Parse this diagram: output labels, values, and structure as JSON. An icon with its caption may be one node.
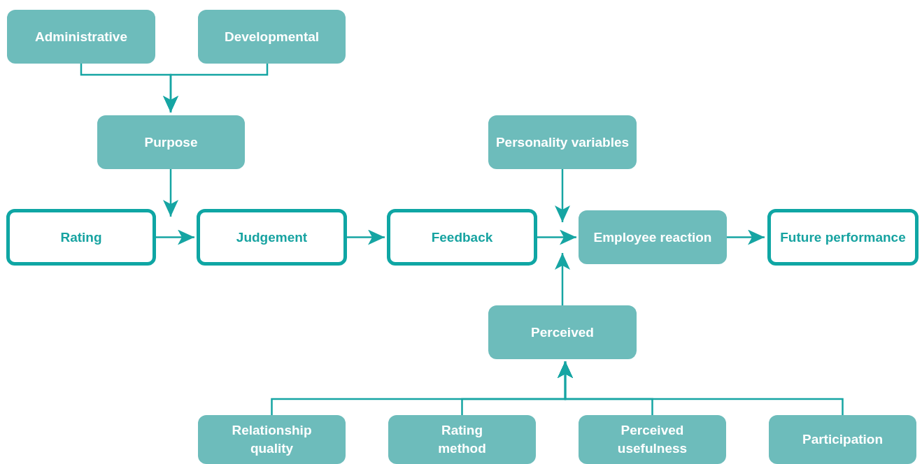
{
  "diagram": {
    "nodes": [
      {
        "text": [
          "Administrative"
        ]
      },
      {
        "text": [
          "Developmental"
        ]
      },
      {
        "text": [
          "Purpose"
        ]
      },
      {
        "text": [
          "Rating"
        ]
      },
      {
        "text": [
          "Judgement"
        ]
      },
      {
        "text": [
          "Feedback"
        ]
      },
      {
        "text": [
          "Personality variables"
        ]
      },
      {
        "text": [
          "Employee reaction"
        ]
      },
      {
        "text": [
          "Future performance"
        ]
      },
      {
        "text": [
          "Perceived"
        ]
      },
      {
        "text": [
          "Relationship quality"
        ]
      },
      {
        "text": [
          "Rating method"
        ]
      },
      {
        "text": [
          "Perceived usefulness"
        ]
      },
      {
        "text": [
          "Participation"
        ]
      }
    ],
    "edges": [
      {
        "from": 0,
        "to": 2,
        "arrow": "to"
      },
      {
        "from": 1,
        "to": 2,
        "arrow": "to"
      },
      {
        "from": 2,
        "to": 3,
        "arrow": "to"
      },
      {
        "from": 3,
        "to": 4,
        "arrow": "to"
      },
      {
        "from": 4,
        "to": 5,
        "arrow": "to"
      },
      {
        "from": 5,
        "to": 7,
        "arrow": "to"
      },
      {
        "from": 6,
        "to": 7,
        "arrow": "to"
      },
      {
        "from": 9,
        "to": 7,
        "arrow": "to"
      },
      {
        "from": 7,
        "to": 8,
        "arrow": "to"
      },
      {
        "from": 10,
        "to": 9,
        "arrow": "to"
      },
      {
        "from": 11,
        "to": 9,
        "arrow": "to"
      },
      {
        "from": 12,
        "to": 9,
        "arrow": "to"
      },
      {
        "from": 13,
        "to": 9,
        "arrow": "to"
      }
    ]
  }
}
